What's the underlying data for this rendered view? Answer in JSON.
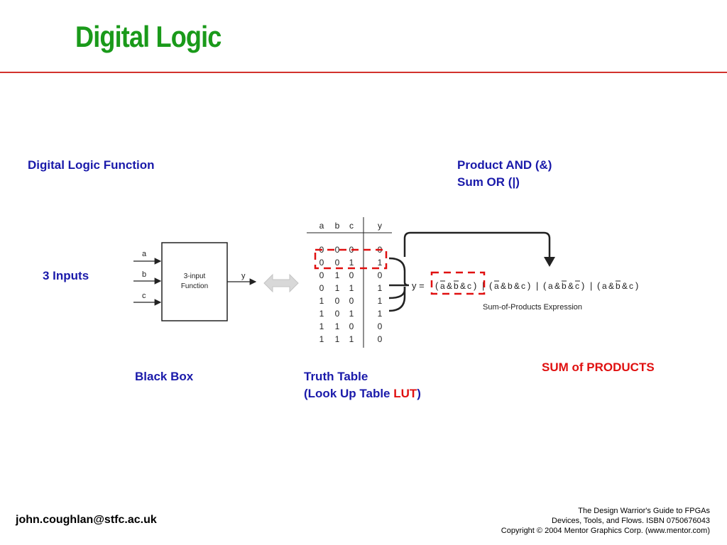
{
  "slide": {
    "title": "Digital Logic",
    "accent_color": "#1a9a1a",
    "rule_color": "#d2322d"
  },
  "labels": {
    "function": "Digital Logic Function",
    "product_and": "Product AND (&)",
    "sum_or": "Sum OR  (|)",
    "inputs": "3 Inputs",
    "black_box": "Black Box",
    "truth_table": "Truth Table",
    "lookup_prefix": "(Look Up Table ",
    "lut": "LUT",
    "lookup_suffix": ")",
    "sum_of_products": "SUM of PRODUCTS"
  },
  "black_box": {
    "inputs": [
      "a",
      "b",
      "c"
    ],
    "output": "y",
    "box_line1": "3-input",
    "box_line2": "Function",
    "double_arrow_icon": "double-arrow-icon"
  },
  "truth_table": {
    "headers": [
      "a",
      "b",
      "c",
      "y"
    ],
    "rows": [
      [
        "0",
        "0",
        "0",
        "0"
      ],
      [
        "0",
        "0",
        "1",
        "1"
      ],
      [
        "0",
        "1",
        "0",
        "0"
      ],
      [
        "0",
        "1",
        "1",
        "1"
      ],
      [
        "1",
        "0",
        "0",
        "1"
      ],
      [
        "1",
        "0",
        "1",
        "1"
      ],
      [
        "1",
        "1",
        "0",
        "0"
      ],
      [
        "1",
        "1",
        "1",
        "0"
      ]
    ],
    "highlighted_row": 1
  },
  "expression": {
    "prefix": "y =",
    "terms": [
      {
        "literals": [
          {
            "v": "a",
            "bar": true
          },
          {
            "v": "b",
            "bar": true
          },
          {
            "v": "c",
            "bar": false
          }
        ]
      },
      {
        "literals": [
          {
            "v": "a",
            "bar": true
          },
          {
            "v": "b",
            "bar": false
          },
          {
            "v": "c",
            "bar": false
          }
        ]
      },
      {
        "literals": [
          {
            "v": "a",
            "bar": false
          },
          {
            "v": "b",
            "bar": true
          },
          {
            "v": "c",
            "bar": true
          }
        ]
      },
      {
        "literals": [
          {
            "v": "a",
            "bar": false
          },
          {
            "v": "b",
            "bar": true
          },
          {
            "v": "c",
            "bar": false
          }
        ]
      }
    ],
    "and_symbol": "&",
    "or_symbol": "|",
    "caption": "Sum-of-Products Expression"
  },
  "footer": {
    "email": "john.coughlan@stfc.ac.uk",
    "line1": "The Design Warrior's Guide to FPGAs",
    "line2": "Devices, Tools, and Flows. ISBN 0750676043",
    "line3": "Copyright © 2004 Mentor Graphics Corp. (www.mentor.com)"
  }
}
